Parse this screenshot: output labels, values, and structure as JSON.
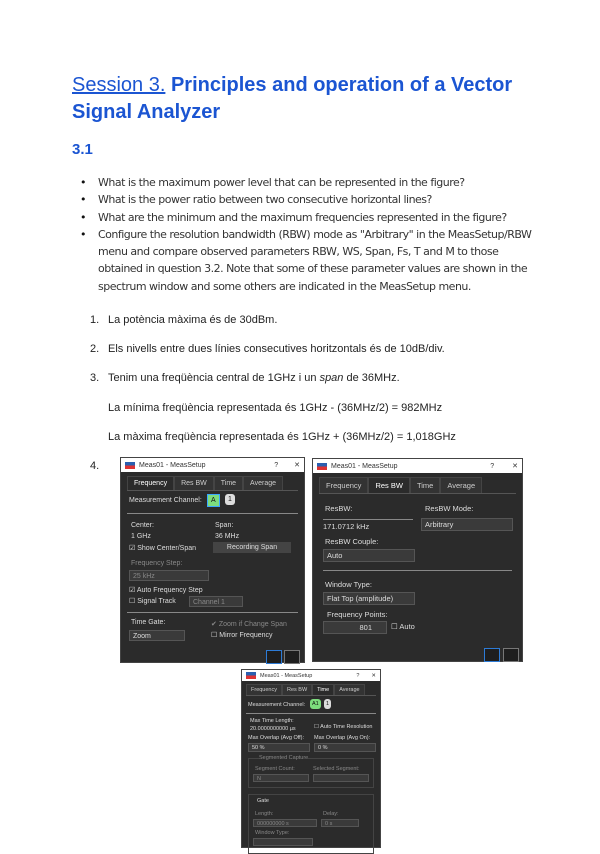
{
  "title": {
    "session": "Session 3.",
    "rest": " Principles and operation of a Vector Signal Analyzer"
  },
  "section": "3.1",
  "questions": [
    "What is the maximum power level that can be represented in the figure?",
    "What is the power ratio between two consecutive horizontal lines?",
    "What are the minimum and the maximum frequencies represented in the figure?",
    "Configure the resolution bandwidth (RBW) mode as \"Arbitrary\" in the MeasSetup/RBW menu and compare observed parameters RBW, WS, Span, Fs, T and M to those obtained in question 3.2. Note that some of these parameter values are shown in the spectrum window and some others are indicated in the MeasSetup menu."
  ],
  "answers": {
    "a1": {
      "n": "1.",
      "text": "La potència màxima és de 30dBm."
    },
    "a2": {
      "n": "2.",
      "text": "Els nivells entre dues línies consecutives horitzontals és de 10dB/div."
    },
    "a3": {
      "n": "3.",
      "pre": "Tenim una freqüència central de 1GHz i un ",
      "em": "span",
      "post": " de 36MHz."
    },
    "a3min": "La mínima freqüència representada és 1GHz - (36MHz/2) = 982MHz",
    "a3max": "La màxima freqüència representada és 1GHz + (36MHz/2) = 1,018GHz",
    "a4": {
      "n": "4."
    }
  },
  "dialog1": {
    "title": "Meas01 - MeasSetup",
    "help": "?",
    "close": "✕",
    "tabs": [
      "Frequency",
      "Res BW",
      "Time",
      "Average"
    ],
    "channel_label": "Measurement Channel:",
    "ch_a": "A",
    "ch_1": "1",
    "center_label": "Center:",
    "center": "1 GHz",
    "span_label": "Span:",
    "span": "36 MHz",
    "show_cs": "Show Center/Span",
    "recording_span": "Recording Span",
    "freq_step_label": "Frequency Step:",
    "freq_step": "25 kHz",
    "auto_step": "Auto Frequency Step",
    "signal_track": "Signal Track",
    "channel": "Channel 1",
    "time_gate_label": "Time Gate:",
    "time_gate": "Zoom",
    "zoom_change": "Zoom if Change Span",
    "mirror": "Mirror Frequency"
  },
  "dialog2": {
    "title": "Meas01 - MeasSetup",
    "help": "?",
    "close": "✕",
    "tabs": [
      "Frequency",
      "Res BW",
      "Time",
      "Average"
    ],
    "resbw_label": "ResBW:",
    "resbw": "171.0712 kHz",
    "mode_label": "ResBW Mode:",
    "mode": "Arbitrary",
    "couple_label": "ResBW Couple:",
    "couple": "Auto",
    "window_label": "Window Type:",
    "window": "Flat Top (amplitude)",
    "points_label": "Frequency Points:",
    "points": "801",
    "auto": "Auto"
  },
  "dialog3": {
    "title": "Meas01 - MeasSetup",
    "help": "?",
    "close": "✕",
    "tabs": [
      "Frequency",
      "Res BW",
      "Time",
      "Average"
    ],
    "channel_label": "Measurement Channel:",
    "ch_a": "A1",
    "ch_1": "1",
    "max_time_label": "Max Time Length:",
    "max_time": "20.0000000000 µs",
    "auto_time": "Auto Time Resolution",
    "overlap1_label": "Max Overlap (Avg Off):",
    "overlap1": "50 %",
    "overlap2_label": "Max Overlap (Avg On):",
    "overlap2": "0 %",
    "seg_label": "Segmented Capture",
    "seg_count_label": "Segment Count:",
    "seg_count": "N",
    "sel_seg_label": "Selected Segment:",
    "sel_seg": "",
    "gate_label": "Gate",
    "length_label": "Length:",
    "length": "000000000 s",
    "delay_label": "Delay:",
    "delay": "0 s",
    "window_label": "Window Type:"
  }
}
